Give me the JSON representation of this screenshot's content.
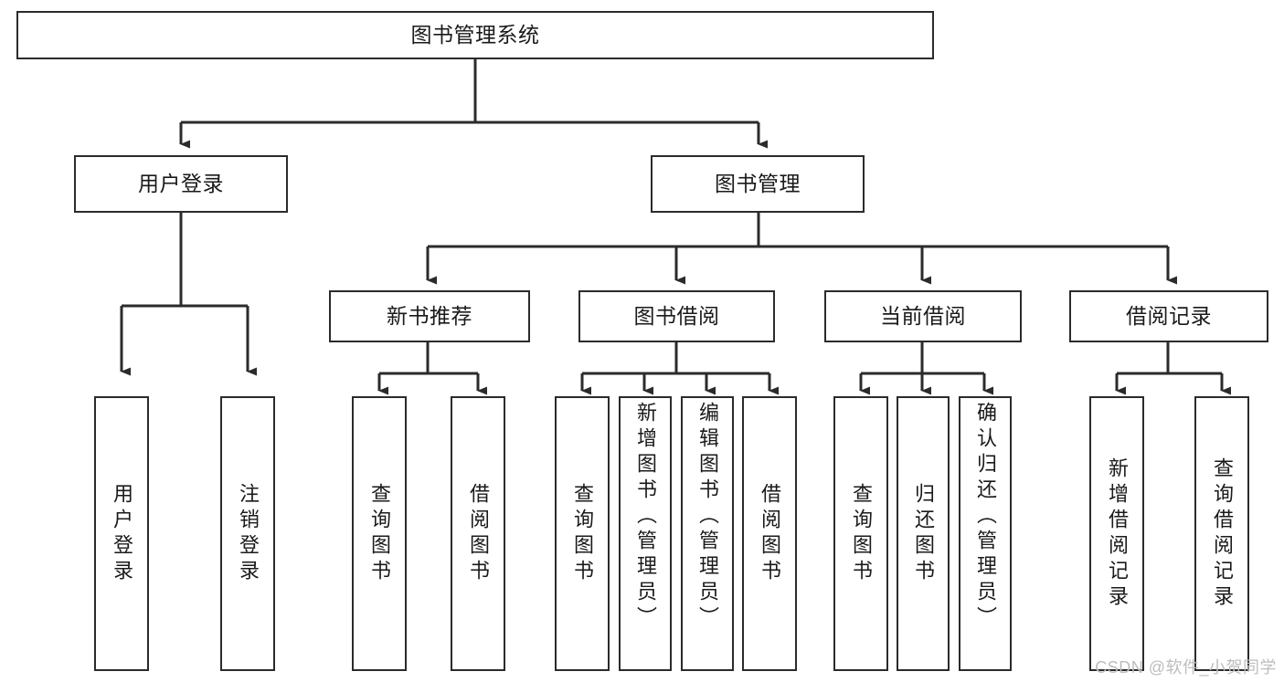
{
  "diagram": {
    "title": "图书管理系统",
    "type": "hierarchy-tree",
    "root": {
      "label": "图书管理系统"
    },
    "level2": [
      {
        "label": "用户登录"
      },
      {
        "label": "图书管理"
      }
    ],
    "level3": [
      {
        "label": "新书推荐"
      },
      {
        "label": "图书借阅"
      },
      {
        "label": "当前借阅"
      },
      {
        "label": "借阅记录"
      }
    ],
    "leaves": {
      "user_login": [
        {
          "label": "用户登录"
        },
        {
          "label": "注销登录"
        }
      ],
      "new_book_recommend": [
        {
          "label": "查询图书"
        },
        {
          "label": "借阅图书"
        }
      ],
      "book_borrow": [
        {
          "label": "查询图书"
        },
        {
          "label": "新增图书（管理员）"
        },
        {
          "label": "编辑图书（管理员）"
        },
        {
          "label": "借阅图书"
        }
      ],
      "current_borrow": [
        {
          "label": "查询图书"
        },
        {
          "label": "归还图书"
        },
        {
          "label": "确认归还（管理员）"
        }
      ],
      "borrow_record": [
        {
          "label": "新增借阅记录"
        },
        {
          "label": "查询借阅记录"
        }
      ]
    }
  },
  "watermark": {
    "text": "CSDN @软件_小贺同学"
  },
  "colors": {
    "stroke": "#2b2b2b",
    "background": "#ffffff",
    "text": "#1a1a1a",
    "watermark": "#bdbdbd"
  }
}
